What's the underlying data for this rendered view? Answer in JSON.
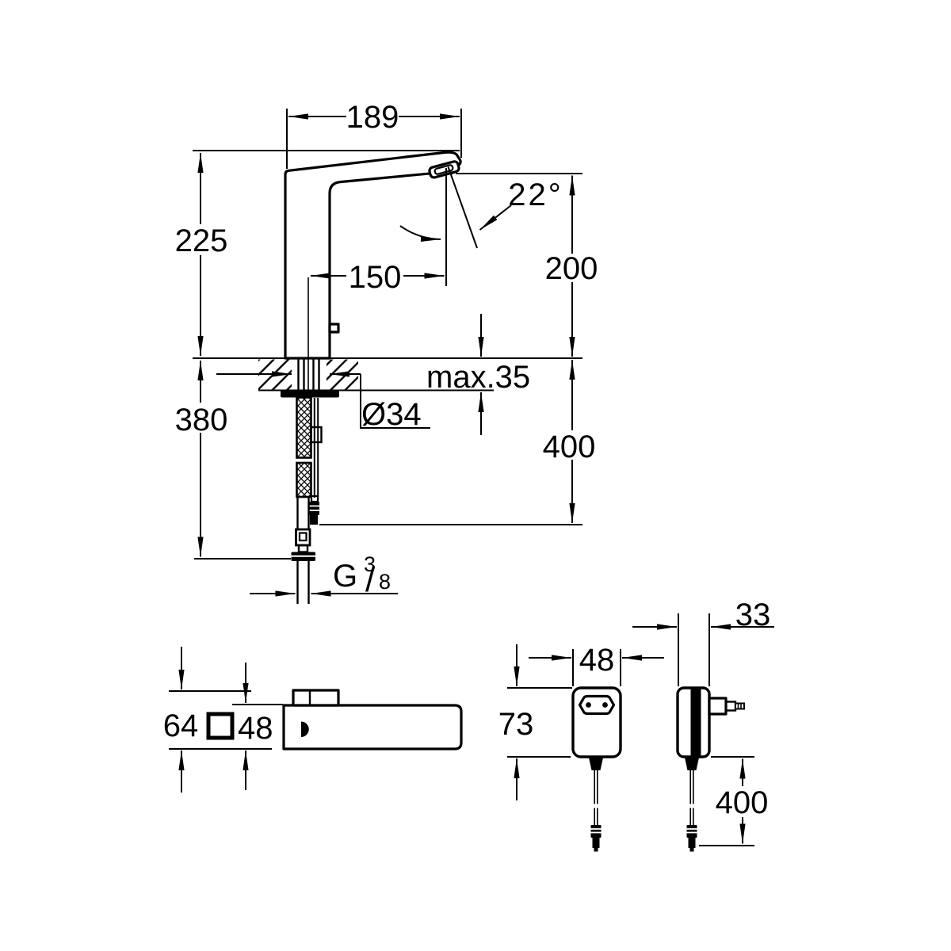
{
  "drawing": {
    "background_color": "#ffffff",
    "line_color": "#000000",
    "description": "Technical dimension drawing: electronic sensor basin mixer tap (side elevation with mounting deck, hose and cable), tap body top view, and plug-in power supply front and side views"
  },
  "main_view": {
    "spout_reach": "189",
    "height_to_spout_top": "225",
    "spout_outlet_offset": "150",
    "stream_angle": "22°",
    "outlet_height_above_deck": "200",
    "deck_thickness_max": "max.35",
    "tap_hole_diameter": "Ø34",
    "hose_length_below_deck": "380",
    "cable_length_below_deck": "400",
    "thread": {
      "prefix": "G",
      "numerator": "3",
      "slash": "/",
      "denominator": "8"
    }
  },
  "top_view": {
    "overall_depth": "64",
    "square_size": "48"
  },
  "psu_front_view": {
    "width": "48",
    "height": "73"
  },
  "psu_side_view": {
    "depth": "33",
    "cable_length": "400"
  }
}
